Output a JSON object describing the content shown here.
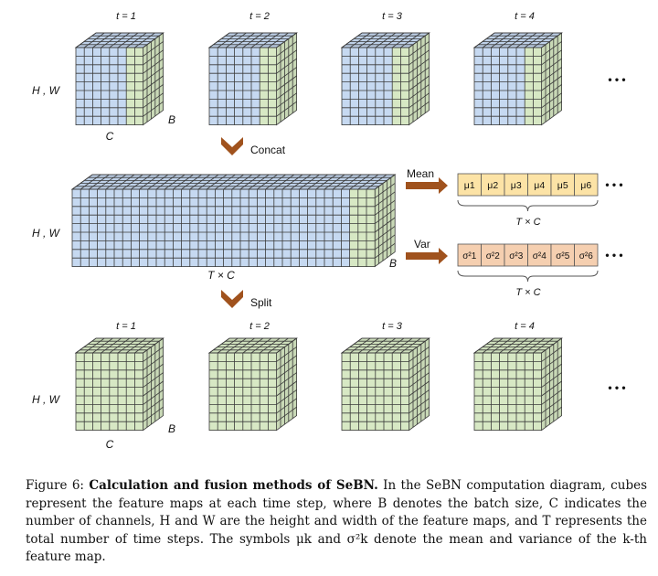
{
  "figure": {
    "timestep_labels": [
      "t = 1",
      "t = 2",
      "t = 3",
      "t = 4"
    ],
    "dims_label": "H , W",
    "channel_label": "C",
    "batch_label": "B",
    "ellipsis": "• • •",
    "concat_label": "Concat",
    "split_label": "Split",
    "concat_dims_label": "T × C",
    "mean_label": "Mean",
    "var_label": "Var",
    "mu_cells": [
      "μ1",
      "μ2",
      "μ3",
      "μ4",
      "μ5",
      "μ6"
    ],
    "sigma_cells": [
      "σ²1",
      "σ²2",
      "σ²3",
      "σ²4",
      "σ²5",
      "σ²6"
    ],
    "brace_label": "T × C",
    "colors": {
      "blue_face": "#c6d9f1",
      "green_face": "#d7e8c4",
      "mean_cell": "#fce3a6",
      "var_cell": "#f5cfb0",
      "arrow": "#a0521d"
    }
  },
  "caption": {
    "prefix": "Figure 6: ",
    "title": "Calculation and fusion methods of SeBN.",
    "body": "In the SeBN computation diagram, cubes represent the feature maps at each time step, where B denotes the batch size, C indicates the number of channels, H and W are the height and width of the feature maps, and T represents the total number of time steps. The symbols μk and σ²k denote the mean and variance of the k-th feature map."
  }
}
